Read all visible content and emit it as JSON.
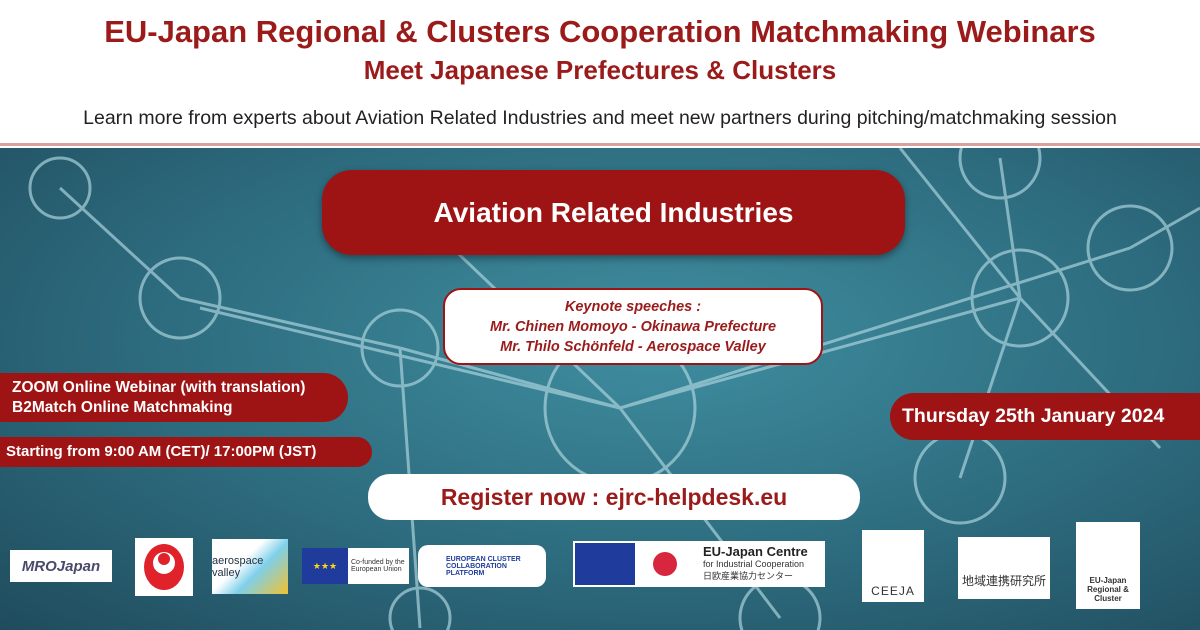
{
  "header": {
    "title": "EU-Japan Regional & Clusters Cooperation Matchmaking Webinars",
    "subtitle": "Meet Japanese Prefectures & Clusters",
    "tagline": "Learn more from experts about Aviation Related Industries and meet new partners during pitching/matchmaking session"
  },
  "banner": {
    "topic": "Aviation Related Industries",
    "keynote": {
      "heading": "Keynote speeches :",
      "speakers": [
        "Mr. Chinen Momoyo - Okinawa Prefecture",
        "Mr. Thilo Schönfeld - Aerospace Valley"
      ]
    },
    "format": [
      "ZOOM Online Webinar (with translation)",
      "B2Match Online Matchmaking"
    ],
    "start": "Starting from 9:00 AM (CET)/ 17:00PM (JST)",
    "date": "Thursday 25th January 2024",
    "register": "Register now : ejrc-helpdesk.eu"
  },
  "logos": {
    "mro": "MROJapan",
    "eu_cofunded": "Co-funded by the European Union",
    "eccp": "EUROPEAN CLUSTER COLLABORATION PLATFORM",
    "aerospace": "aerospace valley",
    "eujc": {
      "name": "EU-Japan Centre",
      "sub": "for Industrial Cooperation",
      "jp": "日欧産業協力センター"
    },
    "ceeja": "CEEJA",
    "irc": "地域連携研究所",
    "helpdesk": "EU-Japan Regional & Cluster"
  },
  "colors": {
    "brand_red": "#9e1414",
    "title_red": "#9b1b1b",
    "background": "#2d6b7e"
  }
}
